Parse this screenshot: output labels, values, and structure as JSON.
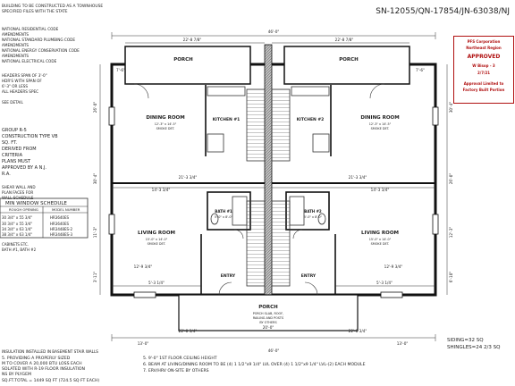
{
  "header": {
    "serial": "SN-12055/QN-17854/JN-63038/NJ",
    "top_left_lines": [
      "BUILDING TO BE CONSTRUCTED AS A TOWNHOUSE",
      "SPECIFIED FILES WITH THE STATE"
    ]
  },
  "left_notes": {
    "codes": [
      "NATIONAL RESIDENTIAL CODE",
      "AMENDMENTS",
      "NATIONAL STANDARD PLUMBING CODE",
      "AMENDMENTS",
      "NATIONAL ENERGY CONSERVATION CODE",
      "AMENDMENTS",
      "NATIONAL ELECTRICAL CODE"
    ],
    "header_notes": [
      "HEADERS SPAN OF 3'-0\"",
      "HDR'S WITH SPAN OF",
      "6'-3\" OR LESS",
      "ALL HEADERS SPEC",
      "SEE DETAIL"
    ],
    "group": [
      "GROUP R-5",
      "CONSTRUCTION TYPE VB",
      "SQ. FT.",
      "DERIVED FROM",
      "CRITERIA",
      "PLANS MUST",
      "APPROVED BY A N.J.",
      "R.A."
    ],
    "shear_notes": [
      "SHEAR WALL AND",
      "PLAN FACES FOR",
      "WALL SCHEDULE"
    ],
    "window_schedule": {
      "title": "MIN WINDOW SCHEDULE",
      "columns": [
        "ROUGH OPENING",
        "MODEL NUMBER"
      ],
      "rows": [
        [
          "30 3/4\" x 55 3/4\"",
          "HR3640ES"
        ],
        [
          "30 3/4\" x 55 3/4\"",
          "HR3640ES"
        ],
        [
          "34 3/4\" x 63 1/4\"",
          "HR3448ES-2"
        ],
        [
          "38 3/4\" x 63 1/4\"",
          "HR3448ES-3"
        ]
      ],
      "notes": [
        "CABINETS ETC.",
        "BATH #1, BATH #2"
      ]
    },
    "insulation_note": "INSULATION INSTALLED IN BASEMENT STAIR WALLS"
  },
  "plan": {
    "overall_width": "46'-0\"",
    "rooms": {
      "porch_top_left": "PORCH",
      "porch_top_right": "PORCH",
      "dining_left": "DINING ROOM",
      "dining_right": "DINING ROOM",
      "kitchen_left": "KITCHEN #1",
      "kitchen_right": "KITCHEN #2",
      "living_left": "LIVING ROOM",
      "living_right": "LIVING ROOM",
      "bath_left": "BATH #1",
      "bath_right": "BATH #2",
      "entry_left": "ENTRY",
      "entry_right": "ENTRY",
      "porch_bottom": "PORCH"
    },
    "room_specs": {
      "dining": [
        "12'-3\" x 14'-5\"",
        "SMOKE DET."
      ],
      "living": [
        "15'-0\" x 14'-0\"",
        "SMOKE DET."
      ],
      "bath": [
        "5'-0\" x 8'-0\""
      ],
      "porch": [
        "PORCH SLAB, ROOF,",
        "RAILING AND POSTS",
        "BY OTHERS"
      ]
    },
    "dims": {
      "top_left": "22'-8 7/8\"",
      "top_right": "22'-8 7/8\"",
      "porch_left_depth": "7'-6\"",
      "porch_right_depth": "7'-6\"",
      "mid_left": "21'-3 3/4\"",
      "mid_right": "21'-3 3/4\"",
      "inner_left": "14'-3 3/4\"",
      "inner_right": "14'-3 3/4\"",
      "living_left": "12'-9 3/4\"",
      "living_right": "12'-9 3/4\"",
      "bottom_left": "22'-8 3/4\"",
      "bottom_right": "22'-8 3/4\"",
      "bottom_small_left": "5'-3 1/4\"",
      "bottom_small_right": "5'-3 1/4\"",
      "porch_width": "20'-0\"",
      "overall_bottom": "46'-0\"",
      "bottom_seg_left": "13'-0\"",
      "bottom_seg_right": "13'-0\"",
      "left_side": [
        "26'-0\"",
        "30'-4\"",
        "11'-3\"",
        "3'-11\""
      ],
      "right_side": [
        "30'-4\"",
        "26'-0\"",
        "12'-3\"",
        "6'-10\""
      ]
    },
    "siding_note": [
      "SIDING=32 SQ",
      "SHINGLES=24 2/3 SQ"
    ]
  },
  "stamp": {
    "lines": [
      "PFS Corporation",
      "Northeast Region",
      "APPROVED",
      "W Bisop - 3",
      "2/7/21",
      "Approval Limited to",
      "Factory Built Portion"
    ],
    "color": "#b01010"
  },
  "bottom_notes": [
    "5. PROVIDING A PROPERLY SIZED",
    "M TO COVER A 20,000 BTU LOSS EACH",
    "SOLATED WITH R-19 FLOOR INSULATION",
    "NS BY PLYGEM",
    "SQ.FT.TOTAL = 1449 SQ FT (724.5 SQ FT EACH)",
    "5. 9'-0\" 1ST FLOOR CEILING HEIGHT",
    "6. BEAM AT LIVING/DINING ROOM TO BE (4) 1 1/2\"x9 1/4\" LVL OVER (4) 1 1/2\"x9 1/4\" LVL-(2) EACH MODULE",
    "7. ERV/HRV ON-SITE BY OTHERS"
  ]
}
